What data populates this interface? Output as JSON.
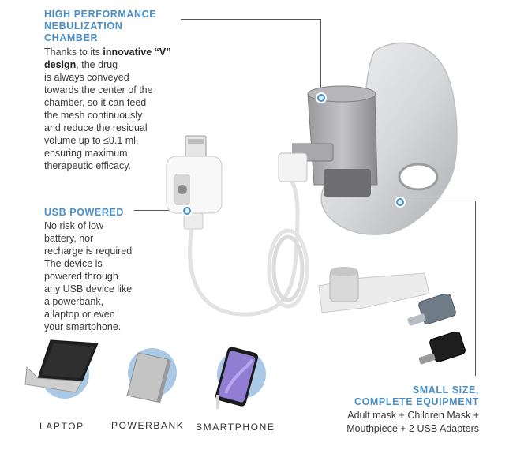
{
  "chamber": {
    "heading_lines": [
      "HIGH PERFORMANCE",
      "NEBULIZATION",
      "CHAMBER"
    ],
    "text_prefix": "Thanks to its ",
    "text_bold": "innovative “V” design",
    "text_suffix_lines": [
      ", the drug",
      "is always conveyed",
      "towards the center of the",
      "chamber, so it can feed",
      "the mesh continuously",
      "and reduce the residual",
      "volume up to ≤0.1 ml,",
      "ensuring maximum",
      "therapeutic efficacy."
    ]
  },
  "usb": {
    "heading": "USB POWERED",
    "lines": [
      "No risk of low",
      "battery, nor",
      "recharge is required",
      "The device is",
      "powered through",
      "any USB device like",
      "a powerbank,",
      "a laptop or even",
      "your smartphone."
    ]
  },
  "equipment": {
    "heading_lines": [
      "SMALL  SIZE,",
      "COMPLETE EQUIPMENT"
    ],
    "lines": [
      "Adult mask + Children Mask +",
      "Mouthpiece + 2 USB Adapters"
    ]
  },
  "devices": [
    {
      "label": "LAPTOP",
      "icon": "laptop-icon"
    },
    {
      "label": "POWERBANK",
      "icon": "powerbank-icon"
    },
    {
      "label": "SMARTPHONE",
      "icon": "smartphone-icon"
    }
  ],
  "colors": {
    "accent": "#4a8fc9",
    "circle": "#a9c9e6"
  }
}
